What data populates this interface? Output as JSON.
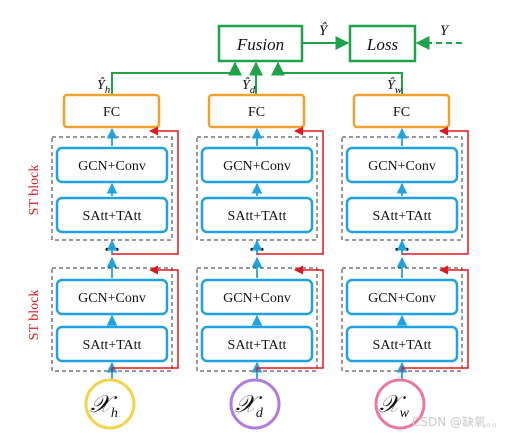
{
  "top": {
    "fusion_label": "Fusion",
    "loss_label": "Loss",
    "yhat_label": "Ŷ",
    "y_label": "Y"
  },
  "side_labels": [
    "ST block",
    "ST block"
  ],
  "columns": [
    {
      "output_label": "Ŷ",
      "output_sub": "h",
      "fc_label": "FC",
      "gcn_label": "GCN+Conv",
      "att_label": "SAtt+TAtt",
      "input_label": "𝒳",
      "input_sub": "h",
      "input_color": "#f3d34a"
    },
    {
      "output_label": "Ŷ",
      "output_sub": "d",
      "fc_label": "FC",
      "gcn_label": "GCN+Conv",
      "att_label": "SAtt+TAtt",
      "input_label": "𝒳",
      "input_sub": "d",
      "input_color": "#b07be0"
    },
    {
      "output_label": "Ŷ",
      "output_sub": "w",
      "fc_label": "FC",
      "gcn_label": "GCN+Conv",
      "att_label": "SAtt+TAtt",
      "input_label": "𝒳",
      "input_sub": "w",
      "input_color": "#e97a9d"
    }
  ],
  "dots_label": "...",
  "watermark": "CSDN @缺氧。。",
  "colors": {
    "green": "#1fa34a",
    "orange": "#f0a22e",
    "blue": "#1fa3e0",
    "red": "#e0191f",
    "dash": "#333333"
  }
}
